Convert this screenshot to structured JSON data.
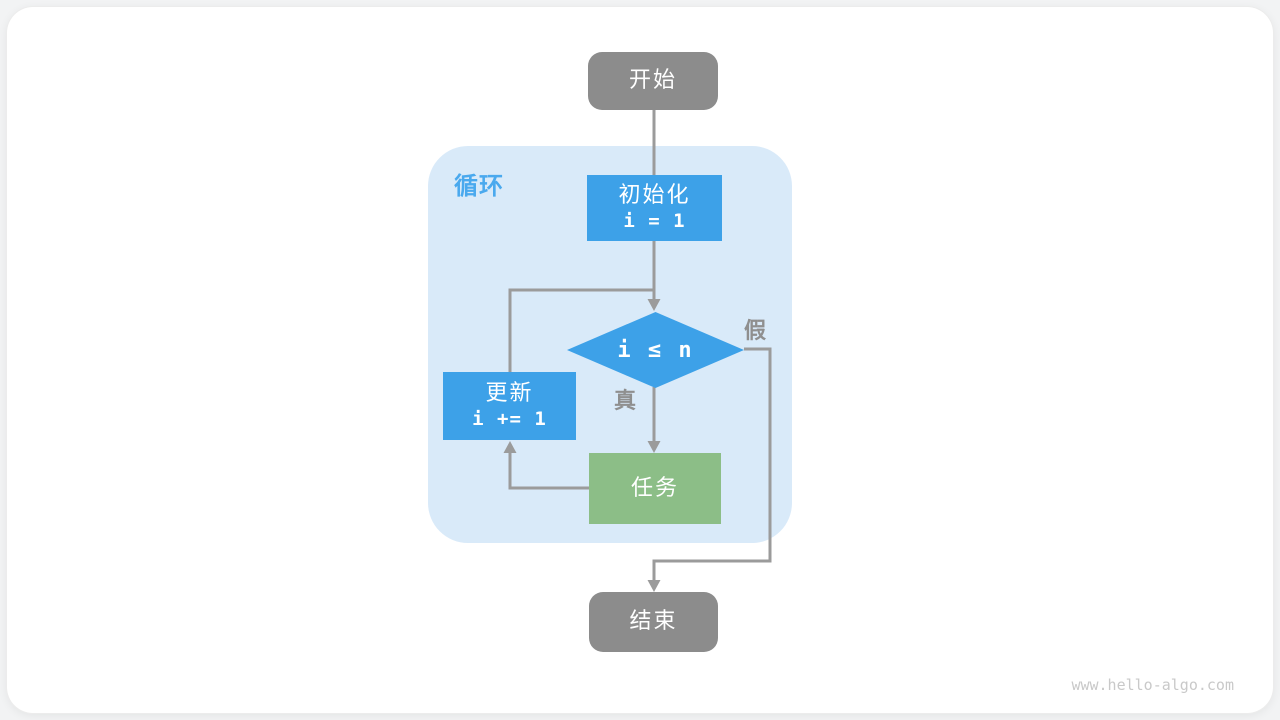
{
  "page": {
    "watermark": "www.hello-algo.com"
  },
  "palette": {
    "node_blue": "#3DA1E8",
    "node_green": "#8CBE87",
    "node_gray": "#8C8C8C",
    "loop_container_fill": "#D9EAF9",
    "loop_label_blue": "#4AA9EE",
    "edge_gray": "#9B9B9B",
    "edge_label_gray": "#8F8F8F",
    "watermark_gray": "#C9C9C9",
    "card_background": "#ffffff"
  },
  "flowchart": {
    "loop_label": "循环",
    "nodes": {
      "start": {
        "label": "开始"
      },
      "init": {
        "label": "初始化",
        "code": "i = 1"
      },
      "condition": {
        "code": "i ≤ n"
      },
      "update": {
        "label": "更新",
        "code": "i += 1"
      },
      "task": {
        "label": "任务"
      },
      "end": {
        "label": "结束"
      }
    },
    "edge_labels": {
      "true_branch": "真",
      "false_branch": "假"
    }
  }
}
